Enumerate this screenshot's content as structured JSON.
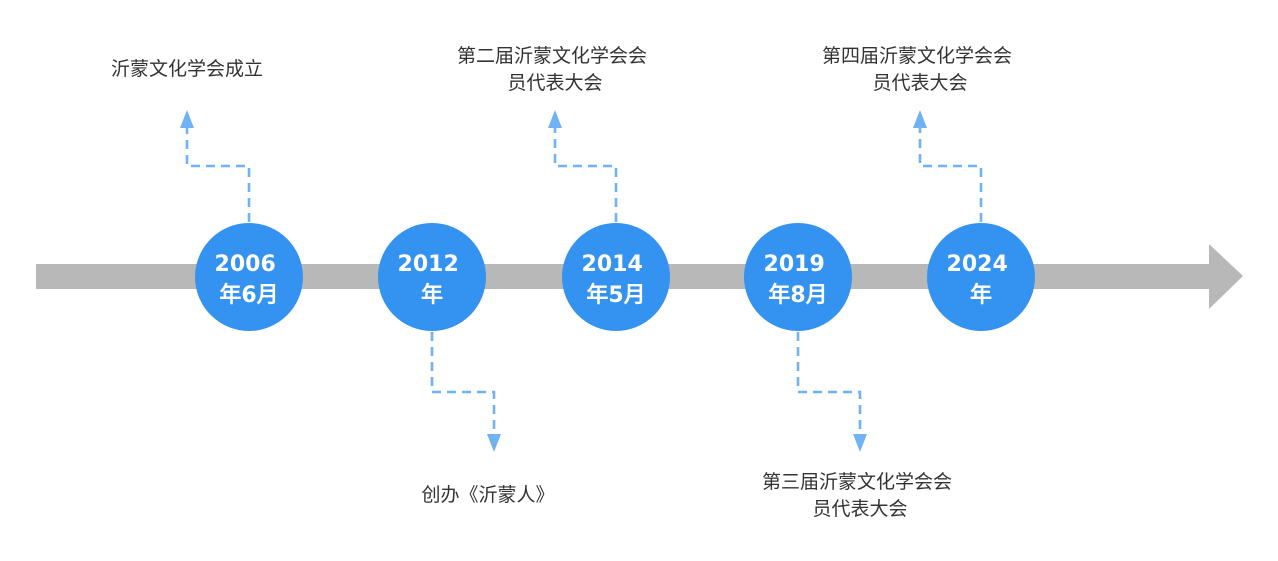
{
  "colors": {
    "axis": "#b8b8b8",
    "node_fill": "#3492f0",
    "connector": "#6fb3f5",
    "event_text": "#333333"
  },
  "events": [
    {
      "date_lines": [
        "2006",
        "年6月"
      ],
      "text_lines": [
        "沂蒙文化学会成立"
      ],
      "side": "above"
    },
    {
      "date_lines": [
        "2012",
        "年"
      ],
      "text_lines": [
        "创办《沂蒙人》"
      ],
      "side": "below"
    },
    {
      "date_lines": [
        "2014",
        "年5月"
      ],
      "text_lines": [
        "第二届沂蒙文化学会会",
        "员代表大会"
      ],
      "side": "above"
    },
    {
      "date_lines": [
        "2019",
        "年8月"
      ],
      "text_lines": [
        "第三届沂蒙文化学会会",
        "员代表大会"
      ],
      "side": "below"
    },
    {
      "date_lines": [
        "2024",
        "年"
      ],
      "text_lines": [
        "第四届沂蒙文化学会会",
        "员代表大会"
      ],
      "side": "above"
    }
  ]
}
